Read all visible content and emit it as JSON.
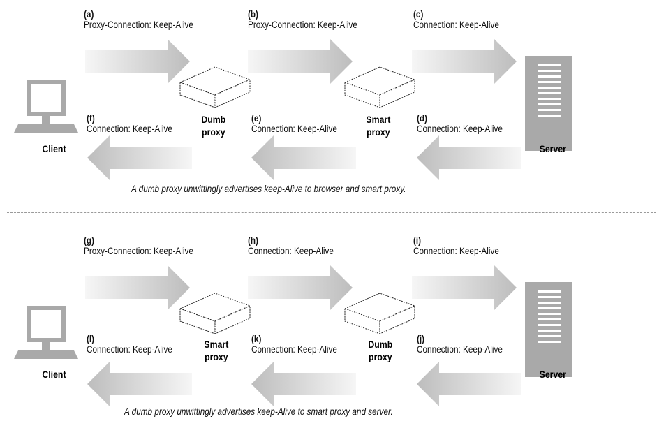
{
  "panels": [
    {
      "client": "Client",
      "server": "Server",
      "proxy1": [
        "Dumb",
        "proxy"
      ],
      "proxy2": [
        "Smart",
        "proxy"
      ],
      "forward": [
        {
          "tag": "(a)",
          "text": "Proxy-Connection: Keep-Alive"
        },
        {
          "tag": "(b)",
          "text": "Proxy-Connection: Keep-Alive"
        },
        {
          "tag": "(c)",
          "text": "Connection: Keep-Alive"
        }
      ],
      "back": [
        {
          "tag": "(f)",
          "text": "Connection: Keep-Alive"
        },
        {
          "tag": "(e)",
          "text": "Connection: Keep-Alive"
        },
        {
          "tag": "(d)",
          "text": "Connection: Keep-Alive"
        }
      ],
      "caption": "A dumb proxy unwittingly advertises keep-Alive to browser and smart proxy."
    },
    {
      "client": "Client",
      "server": "Server",
      "proxy1": [
        "Smart",
        "proxy"
      ],
      "proxy2": [
        "Dumb",
        "proxy"
      ],
      "forward": [
        {
          "tag": "(g)",
          "text": "Proxy-Connection: Keep-Alive"
        },
        {
          "tag": "(h)",
          "text": "Connection: Keep-Alive"
        },
        {
          "tag": "(i)",
          "text": "Connection: Keep-Alive"
        }
      ],
      "back": [
        {
          "tag": "(l)",
          "text": "Connection: Keep-Alive"
        },
        {
          "tag": "(k)",
          "text": "Connection: Keep-Alive"
        },
        {
          "tag": "(j)",
          "text": "Connection: Keep-Alive"
        }
      ],
      "caption": "A dumb proxy unwittingly advertises keep-Alive to smart proxy and server."
    }
  ],
  "colors": {
    "arrow_dark": "#bdbdbd",
    "arrow_light": "#f6f6f6",
    "device": "#a9a9a9",
    "divider": "#9a9a9a"
  }
}
